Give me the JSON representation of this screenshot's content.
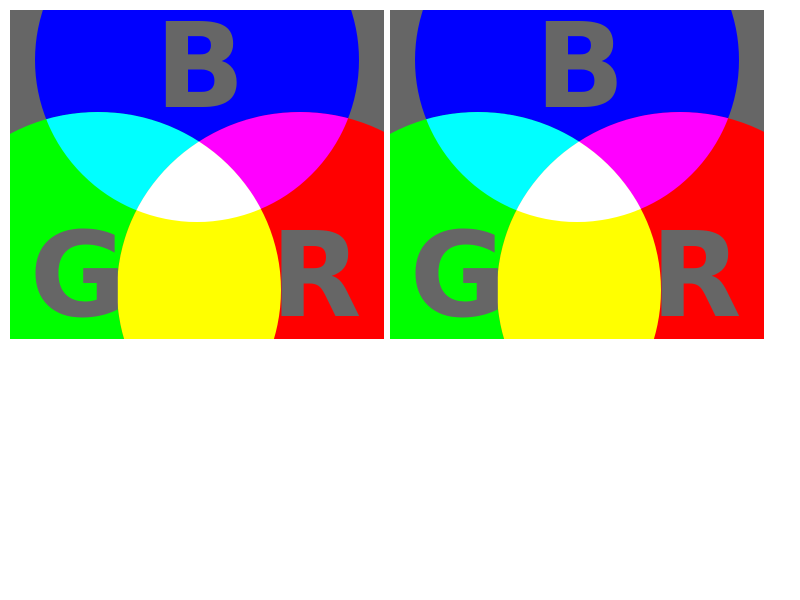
{
  "panels": [
    {
      "labels": {
        "blue": "B",
        "green": "G",
        "red": "R"
      }
    },
    {
      "labels": {
        "blue": "B",
        "green": "G",
        "red": "R"
      }
    }
  ],
  "colors": {
    "background": "#666666",
    "blue": "#0000ff",
    "green": "#00ff00",
    "red": "#ff0000",
    "cyan": "#00ffff",
    "magenta": "#ff00ff",
    "yellow": "#ffff00",
    "white": "#ffffff",
    "letter": "#666666"
  }
}
